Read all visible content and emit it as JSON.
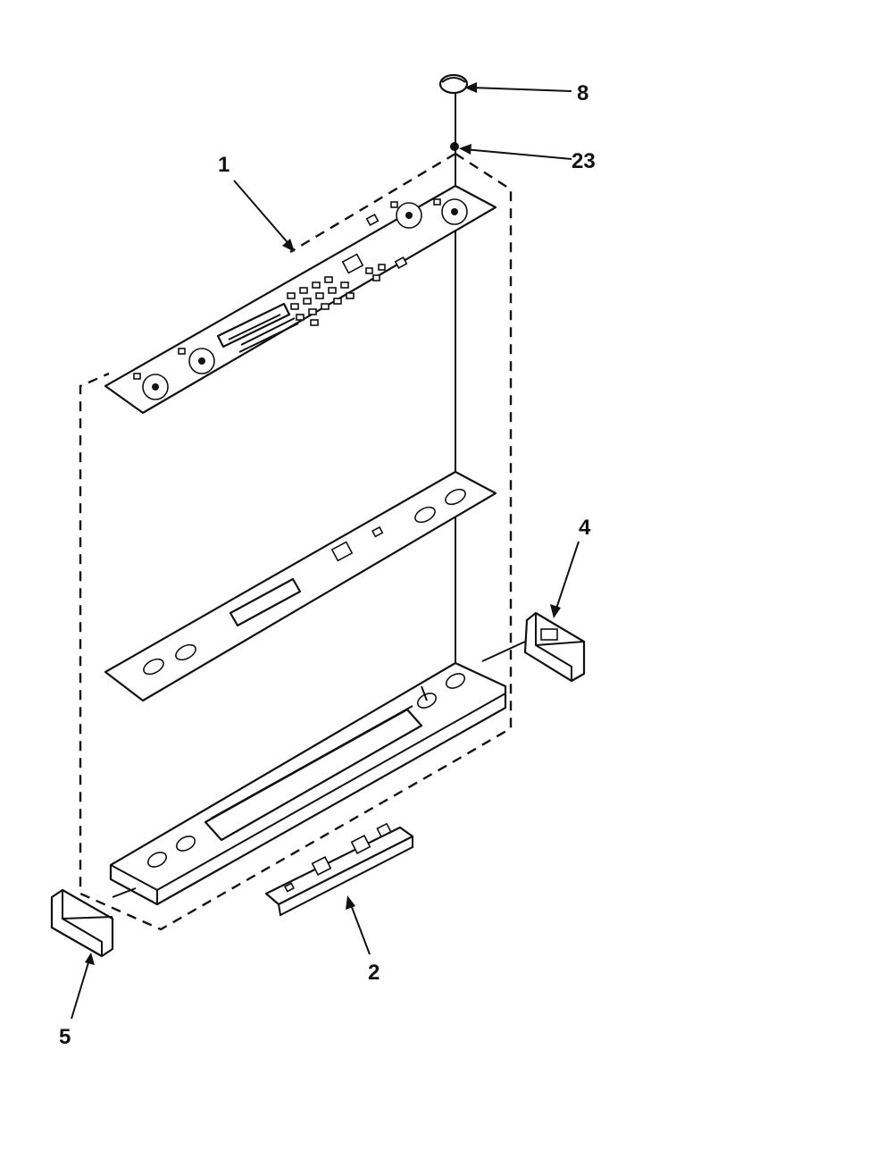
{
  "diagram": {
    "colors": {
      "ink": "#111111",
      "background": "#ffffff"
    },
    "callouts": [
      {
        "id": "label-8",
        "text": "8"
      },
      {
        "id": "label-23",
        "text": "23"
      },
      {
        "id": "label-1",
        "text": "1"
      },
      {
        "id": "label-4",
        "text": "4"
      },
      {
        "id": "label-2",
        "text": "2"
      },
      {
        "id": "label-5",
        "text": "5"
      }
    ]
  }
}
